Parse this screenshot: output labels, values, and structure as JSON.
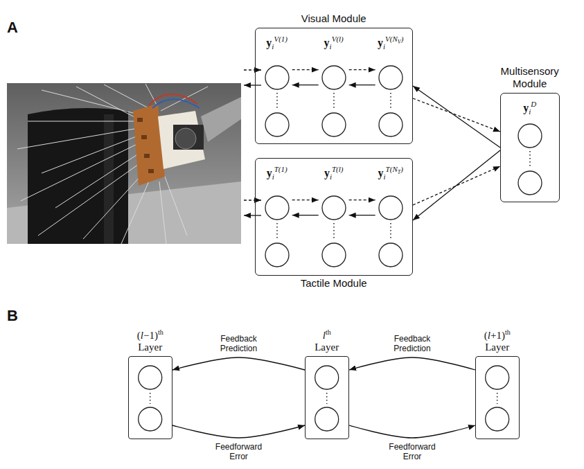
{
  "diagram": {
    "nodes": [
      {
        "text": [
          "Visual Module"
        ]
      },
      {
        "text": [
          "yiV(1)"
        ],
        "in": 0
      },
      {
        "text": [
          "yiV(l)"
        ],
        "in": 0
      },
      {
        "text": [
          "yiV(NV)"
        ],
        "in": 0
      },
      {
        "text": [
          "Multisensory Module"
        ]
      },
      {
        "text": [
          "yiD"
        ],
        "in": 4
      },
      {
        "text": [
          "Tactile Module"
        ]
      },
      {
        "text": [
          "yiT(1)"
        ],
        "in": 6
      },
      {
        "text": [
          "yiT(l)"
        ],
        "in": 6
      },
      {
        "text": [
          "yiT(NT)"
        ],
        "in": 6
      },
      {
        "text": [
          "(l−1)th Layer"
        ]
      },
      {
        "text": [
          "lth Layer"
        ]
      },
      {
        "text": [
          "(l+1)th Layer"
        ]
      }
    ],
    "edges": [
      {
        "from": 1,
        "to": 2,
        "arrow": "to"
      },
      {
        "from": 2,
        "to": 1,
        "arrow": "to"
      },
      {
        "from": 2,
        "to": 3,
        "arrow": "to"
      },
      {
        "from": 3,
        "to": 2,
        "arrow": "to"
      },
      {
        "from": 0,
        "to": 4,
        "arrow": "to"
      },
      {
        "from": 4,
        "to": 0,
        "arrow": "to"
      },
      {
        "from": 7,
        "to": 8,
        "arrow": "to"
      },
      {
        "from": 8,
        "to": 7,
        "arrow": "to"
      },
      {
        "from": 8,
        "to": 9,
        "arrow": "to"
      },
      {
        "from": 9,
        "to": 8,
        "arrow": "to"
      },
      {
        "from": 6,
        "to": 4,
        "arrow": "to"
      },
      {
        "from": 4,
        "to": 6,
        "arrow": "to"
      },
      {
        "from": 11,
        "to": 10,
        "label": "Feedback Prediction",
        "arrow": "to"
      },
      {
        "from": 10,
        "to": 11,
        "label": "Feedforward Error",
        "arrow": "to"
      },
      {
        "from": 12,
        "to": 11,
        "label": "Feedback Prediction",
        "arrow": "to"
      },
      {
        "from": 11,
        "to": 12,
        "label": "Feedforward Error",
        "arrow": "to"
      }
    ],
    "labels": [
      "A",
      "B"
    ]
  }
}
